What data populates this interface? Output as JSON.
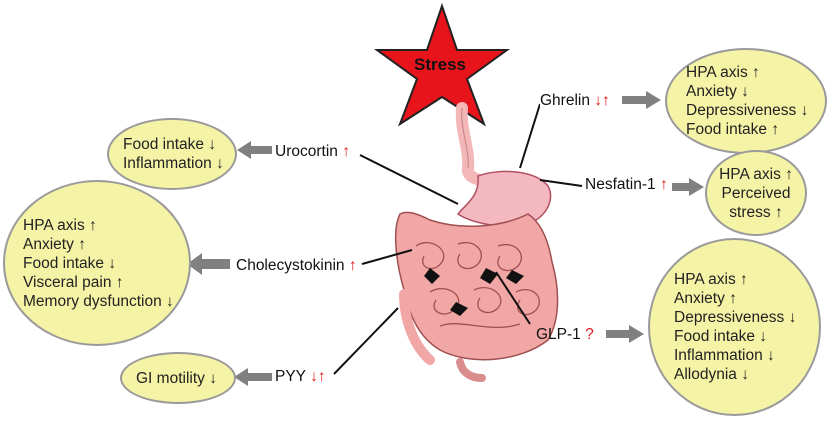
{
  "center": {
    "label": "Stress"
  },
  "hormones": {
    "urocortin": {
      "name": "Urocortin",
      "mark": "↑"
    },
    "cck": {
      "name": "Cholecystokinin",
      "mark": "↑"
    },
    "pyy": {
      "name": "PYY",
      "mark": "↓↑"
    },
    "ghrelin": {
      "name": "Ghrelin",
      "mark": "↓↑"
    },
    "nesfatin": {
      "name": "Nesfatin-1",
      "mark": "↑"
    },
    "glp1": {
      "name": "GLP-1",
      "mark": "?"
    }
  },
  "effects": {
    "urocortin": [
      "Food intake ↓",
      "Inflammation ↓"
    ],
    "cck": [
      "HPA axis ↑",
      "Anxiety ↑",
      "Food intake ↓",
      "Visceral pain ↑",
      "Memory dysfunction ↓"
    ],
    "pyy": [
      "GI motility ↓"
    ],
    "ghrelin": [
      "HPA axis ↑",
      "Anxiety ↓",
      "Depressiveness ↓",
      "Food intake ↑"
    ],
    "nesfatin": [
      "HPA axis ↑",
      "Perceived",
      "stress ↑"
    ],
    "glp1": [
      "HPA axis ↑",
      "Anxiety ↑",
      "Depressiveness ↓",
      "Food intake ↓",
      "Inflammation ↓",
      "Allodynia ↓"
    ]
  },
  "colors": {
    "bubble_fill": "#f5f3a6",
    "bubble_border": "#9a9a9a",
    "star_fill": "#e8141c",
    "arrow_gray": "#808080",
    "mark_red": "#e01818",
    "gut_pink": "#f2a7a7"
  }
}
